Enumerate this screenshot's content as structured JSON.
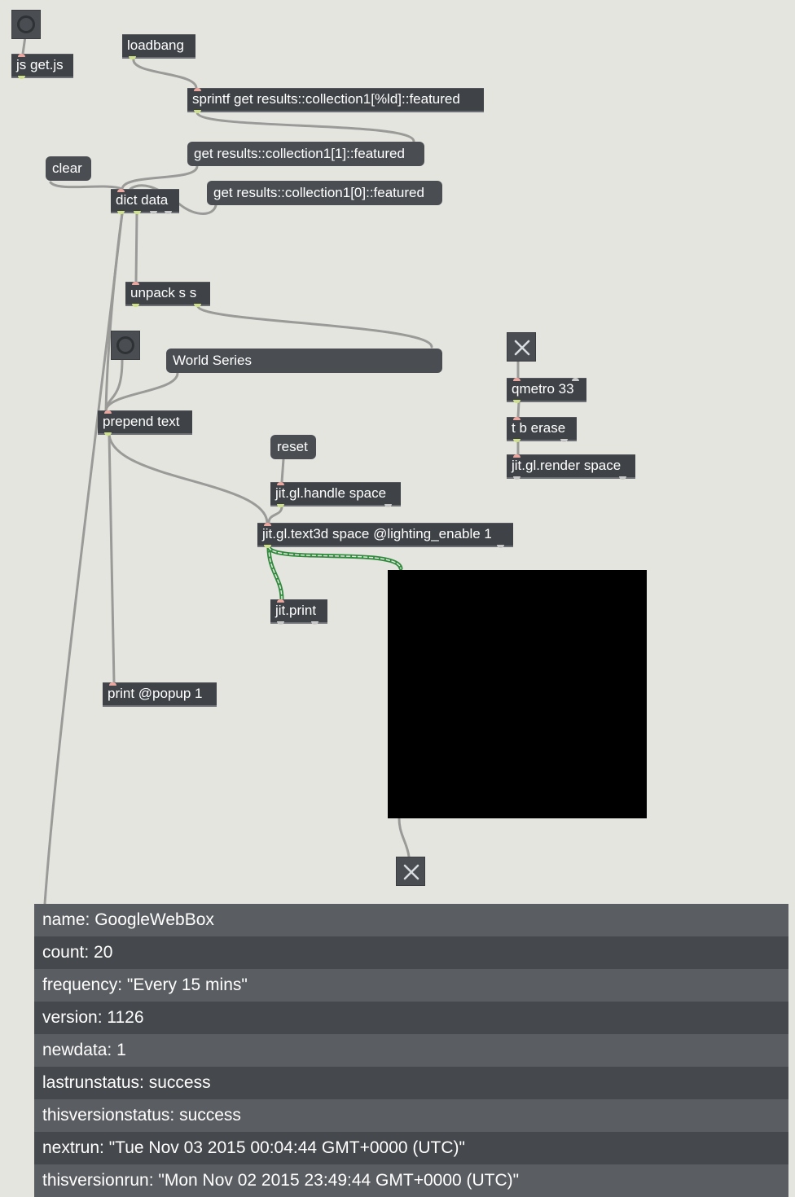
{
  "objects": {
    "js": "js get.js",
    "loadbang": "loadbang",
    "sprintf": "sprintf get results::collection1[%ld]::featured",
    "get1": "get results::collection1[1]::featured",
    "clear": "clear",
    "dict": "dict data",
    "get0": "get results::collection1[0]::featured",
    "unpack": "unpack s s",
    "world_series": "World Series",
    "prepend": "prepend text",
    "reset": "reset",
    "handle": "jit.gl.handle space",
    "text3d": "jit.gl.text3d space @lighting_enable 1",
    "jitprint": "jit.print",
    "print": "print @popup 1",
    "qmetro": "qmetro 33",
    "tb": "t b erase",
    "render": "jit.gl.render space"
  },
  "toggles": {
    "top": true,
    "bottom": true
  },
  "popup": {
    "rows": [
      "name: GoogleWebBox",
      "count: 20",
      "frequency: \"Every 15 mins\"",
      "version: 1126",
      "newdata: 1",
      "lastrunstatus: success",
      "thisversionstatus: success",
      "nextrun: \"Tue Nov 03 2015 00:04:44 GMT+0000 (UTC)\"",
      "thisversionrun: \"Mon Nov 02 2015 23:49:44 GMT+0000 (UTC)\""
    ]
  },
  "colors": {
    "canvas": "#e5e5e0",
    "object": "#3f4347",
    "message": "#4a4e53",
    "cord": "#9a9a98",
    "matrix_cord": "#2f8a3c"
  }
}
